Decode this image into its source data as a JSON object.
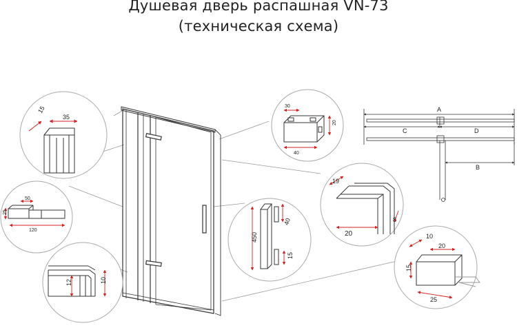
{
  "title_line1": "Душевая дверь распашная VN-73",
  "title_line2": "(техническая схема)",
  "callouts": {
    "profile_top": {
      "d1": "15",
      "d2": "35"
    },
    "hinge": {
      "d1": "50",
      "d2": "25",
      "d3": "120"
    },
    "bottom_profile": {
      "d1": "12",
      "d2": "10"
    },
    "connector": {
      "d1": "30",
      "d2": "20",
      "d3": "40"
    },
    "corner_profile": {
      "d1": "19",
      "d2": "20",
      "d3": "8"
    },
    "handle": {
      "d1": "450",
      "d2": "40",
      "d3": "15"
    },
    "bracket": {
      "d1": "10",
      "d2": "20",
      "d3": "15",
      "d4": "25"
    }
  },
  "plan": {
    "a": "A",
    "c": "C",
    "d": "D",
    "b": "B"
  },
  "colors": {
    "line": "#333333",
    "circle": "#aaaaaa",
    "dim": "#d42020"
  }
}
